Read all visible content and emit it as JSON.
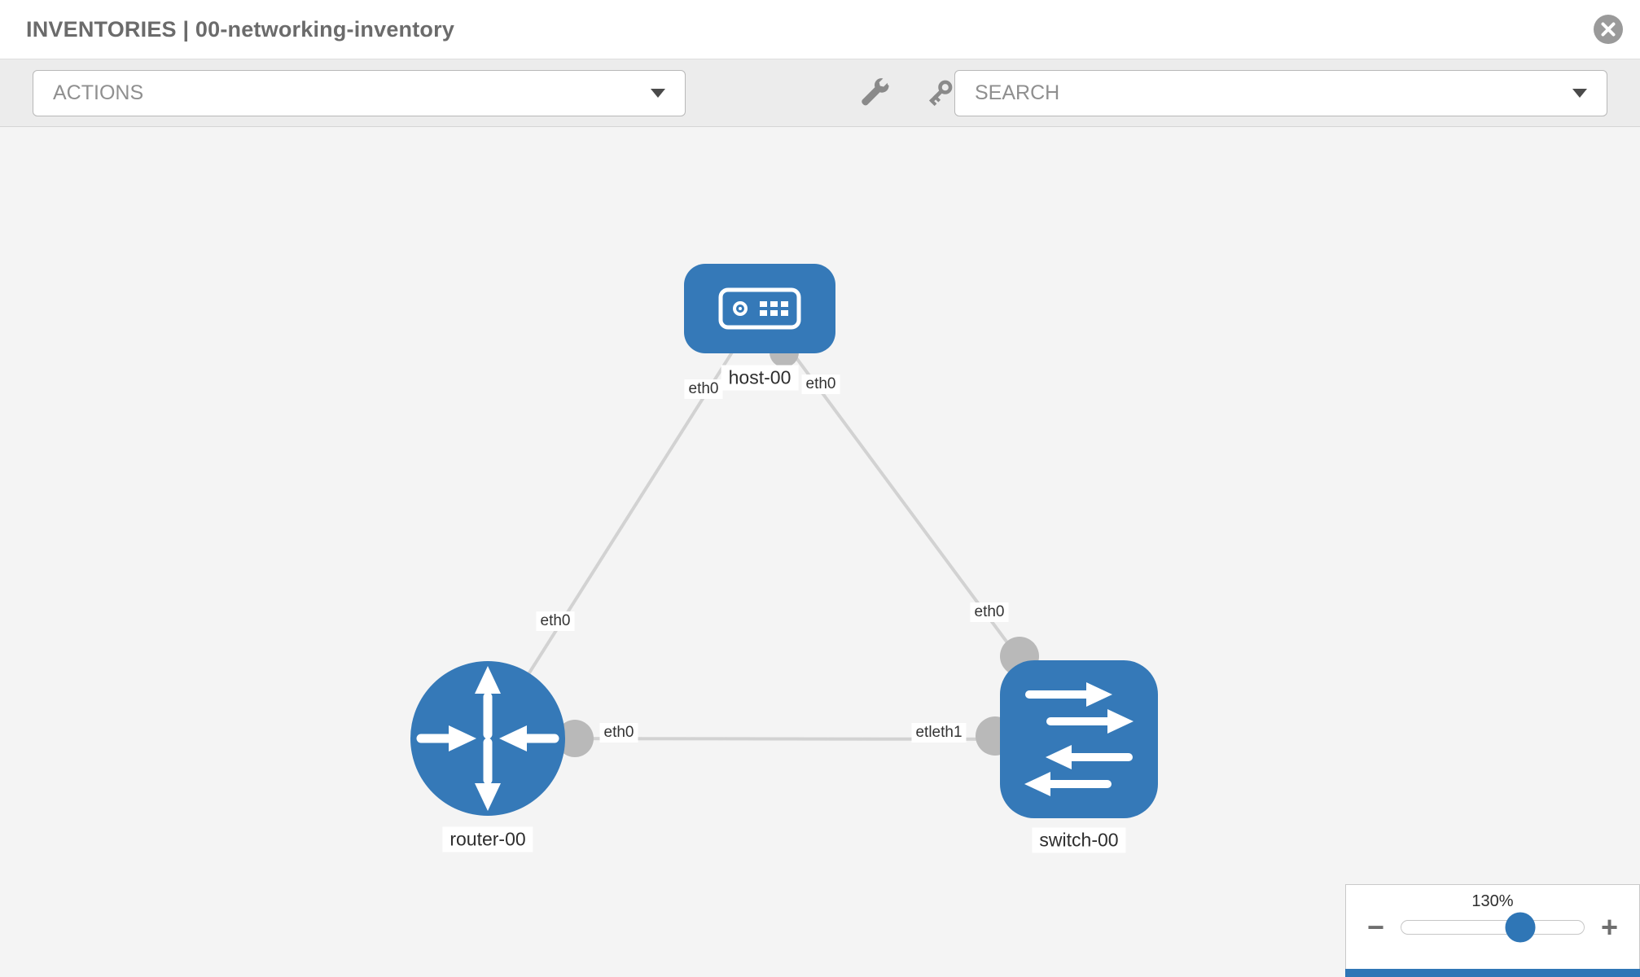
{
  "header": {
    "title": "INVENTORIES | 00-networking-inventory"
  },
  "toolbar": {
    "actions_label": "ACTIONS",
    "search_label": "SEARCH"
  },
  "topology": {
    "nodes": [
      {
        "type": "host",
        "label": "host-00"
      },
      {
        "type": "router",
        "label": "router-00"
      },
      {
        "type": "switch",
        "label": "switch-00"
      }
    ],
    "links": [
      {
        "from": "host-00",
        "to": "router-00",
        "labels": [
          "eth0",
          "eth0"
        ]
      },
      {
        "from": "host-00",
        "to": "switch-00",
        "labels": [
          "eth0",
          "eth0"
        ]
      },
      {
        "from": "router-00",
        "to": "switch-00",
        "labels": [
          "eth0",
          "etleth1"
        ]
      }
    ]
  },
  "zoom": {
    "level": "130%",
    "minus_label": "−",
    "plus_label": "+"
  },
  "colors": {
    "node_blue": "#3579b8",
    "link_gray": "#d2d2d2",
    "port_gray": "#b9b9b9",
    "canvas_bg": "#f4f4f4",
    "toolbar_bg": "#ececec"
  },
  "icons": [
    "close-icon",
    "chevron-down-icon",
    "wrench-icon",
    "key-icon",
    "host-icon",
    "router-icon",
    "switch-icon"
  ]
}
